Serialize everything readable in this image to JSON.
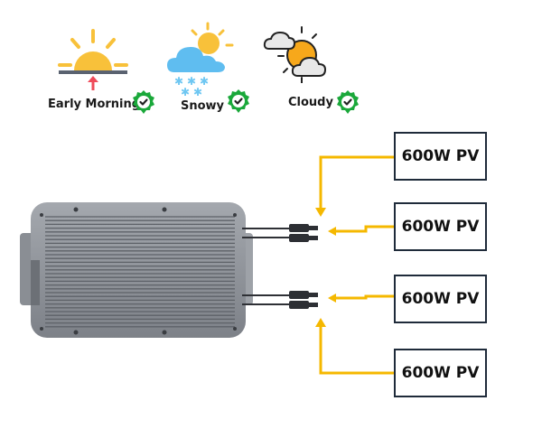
{
  "weather": [
    {
      "label": "Early Morning",
      "icon": "sunrise-icon",
      "status": "supported"
    },
    {
      "label": "Snowy",
      "icon": "snow-cloud-icon",
      "status": "supported"
    },
    {
      "label": "Cloudy",
      "icon": "cloudy-sun-icon",
      "status": "supported"
    }
  ],
  "device": {
    "name": "microinverter",
    "inputs": 4
  },
  "pv_inputs": [
    {
      "label": "600W PV"
    },
    {
      "label": "600W PV"
    },
    {
      "label": "600W PV"
    },
    {
      "label": "600W PV"
    }
  ],
  "colors": {
    "arrow": "#f5b800",
    "badge_green": "#1aa83a",
    "sun": "#f8c13a",
    "cloud_blue": "#5fbdf0",
    "box_border": "#1f2b3a"
  }
}
